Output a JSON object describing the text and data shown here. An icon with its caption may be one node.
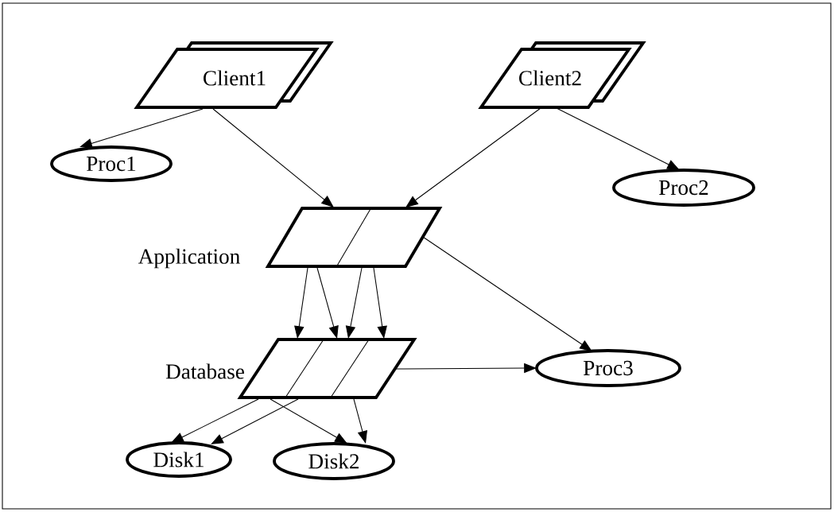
{
  "diagram": {
    "nodes": [
      {
        "text": [
          "Client1"
        ]
      },
      {
        "text": [
          "Client2"
        ]
      },
      {
        "text": [
          "Proc1"
        ]
      },
      {
        "text": [
          "Proc2"
        ]
      },
      {
        "text": [
          "Application"
        ]
      },
      {
        "text": [
          "Database"
        ]
      },
      {
        "text": [
          "Proc3"
        ]
      },
      {
        "text": [
          "Disk1"
        ]
      },
      {
        "text": [
          "Disk2"
        ]
      }
    ],
    "edges": [
      {
        "from": 0,
        "to": 2,
        "arrow": "to"
      },
      {
        "from": 0,
        "to": 4,
        "arrow": "to"
      },
      {
        "from": 1,
        "to": 4,
        "arrow": "to"
      },
      {
        "from": 1,
        "to": 3,
        "arrow": "to"
      },
      {
        "from": 4,
        "to": 6,
        "arrow": "to"
      },
      {
        "from": 4,
        "to": 5,
        "arrow": "to"
      },
      {
        "from": 4,
        "to": 5,
        "arrow": "to"
      },
      {
        "from": 4,
        "to": 5,
        "arrow": "to"
      },
      {
        "from": 4,
        "to": 5,
        "arrow": "to"
      },
      {
        "from": 5,
        "to": 6,
        "arrow": "to"
      },
      {
        "from": 5,
        "to": 7,
        "arrow": "to"
      },
      {
        "from": 5,
        "to": 7,
        "arrow": "to"
      },
      {
        "from": 5,
        "to": 8,
        "arrow": "to"
      },
      {
        "from": 5,
        "to": 8,
        "arrow": "to"
      }
    ]
  }
}
